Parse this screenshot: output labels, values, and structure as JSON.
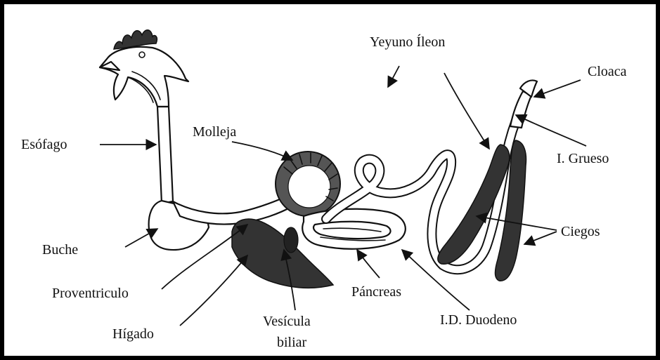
{
  "labels": {
    "esofago": "Esófago",
    "molleja": "Molleja",
    "yeyuno": "Yeyuno Íleon",
    "cloaca": "Cloaca",
    "grueso": "I. Grueso",
    "ciegos": "Ciegos",
    "buche": "Buche",
    "proventriculo": "Proventriculo",
    "pancreas": "Páncreas",
    "duodeno": "I.D.  Duodeno",
    "higado": "Hígado",
    "vesicula1": "Vesícula",
    "vesicula2": "biliar"
  },
  "colors": {
    "frame": "#000000",
    "ink": "#111111",
    "dark_organ": "#333333",
    "background": "#ffffff"
  }
}
